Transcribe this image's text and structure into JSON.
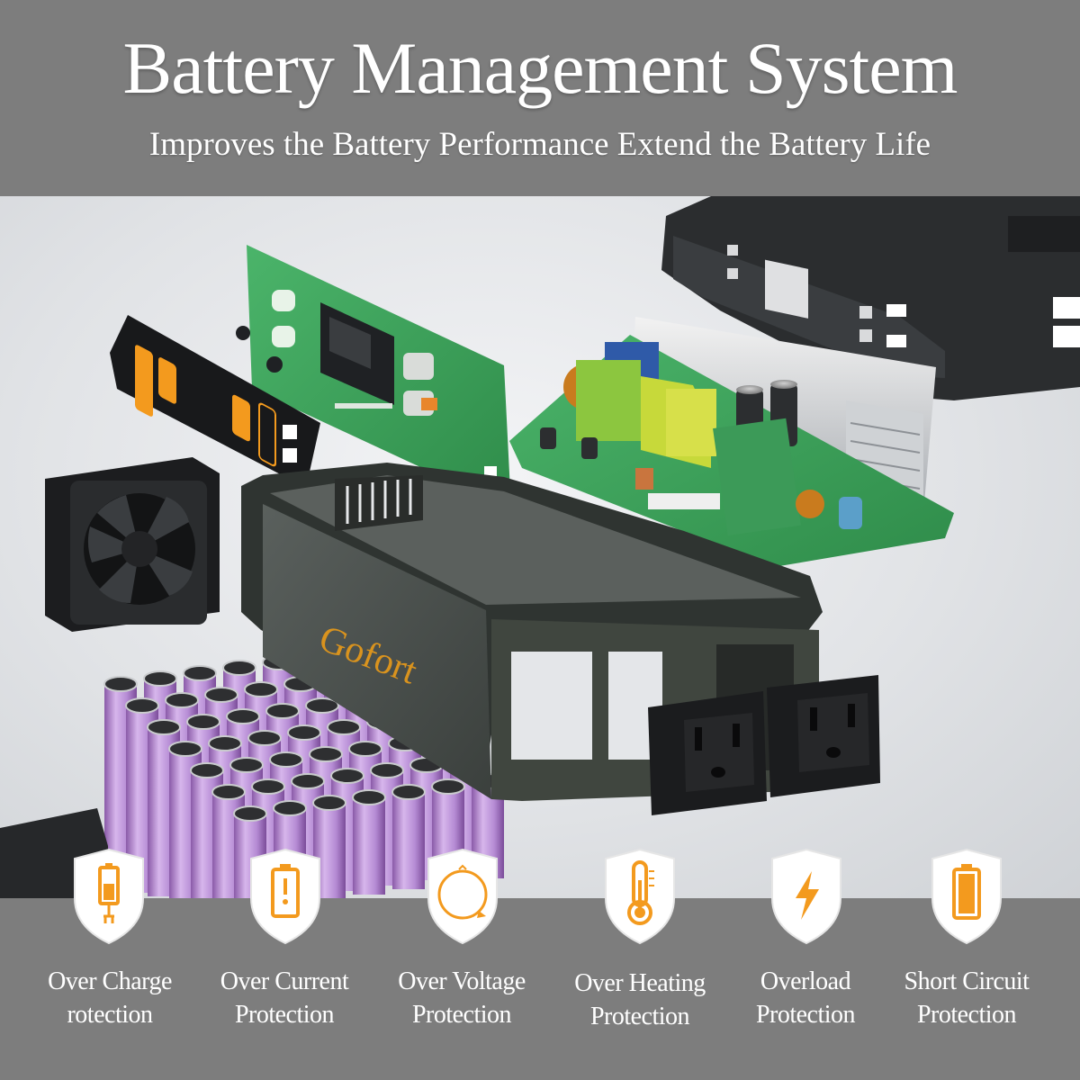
{
  "header": {
    "title": "Battery Management System",
    "subtitle": "Improves the Battery Performance Extend the Battery Life"
  },
  "product": {
    "brand": "Gofort",
    "brand_color": "#d9931e",
    "accent_color": "#f39a1e"
  },
  "features": [
    {
      "icon": "charging-battery-icon",
      "line1": "Over Charge",
      "line2": "rotection"
    },
    {
      "icon": "battery-warning-icon",
      "line1": "Over Current",
      "line2": "Protection"
    },
    {
      "icon": "voltage-cycle-icon",
      "line1": "Over Voltage",
      "line2": "Protection"
    },
    {
      "icon": "thermometer-icon",
      "line1": "Over Heating",
      "line2": "Protection"
    },
    {
      "icon": "lightning-bolt-icon",
      "line1": "Overload",
      "line2": "Protection"
    },
    {
      "icon": "full-battery-icon",
      "line1": "Short Circuit",
      "line2": "Protection"
    }
  ]
}
